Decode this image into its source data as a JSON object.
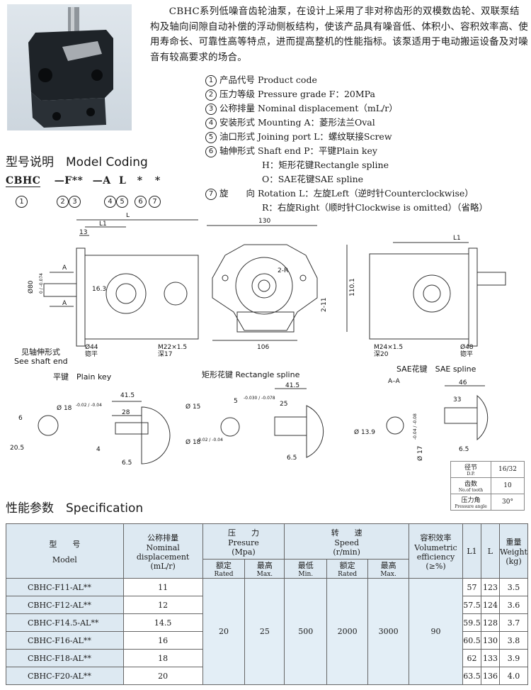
{
  "intro": "CBHC系列低噪音齿轮油泵，在设计上采用了非对称齿形的双模数齿轮、双联泵结构及轴向间隙自动补偿的浮动侧板结构，使该产品具有噪音低、体积小、容积效率高、使用寿命长、可靠性高等特点，进而提高整机的性能指标。该泵适用于电动搬运设备及对噪音有较高要求的场合。",
  "model_coding_title": "型号说明　Model Coding",
  "code_parts": [
    "CBHC",
    "—F",
    "**",
    "—A",
    "L",
    "*",
    "*"
  ],
  "code_nums": [
    "1",
    "2",
    "3",
    "4",
    "5",
    "6",
    "7"
  ],
  "legend": [
    {
      "n": "1",
      "text": "产品代号 Product code"
    },
    {
      "n": "2",
      "text": "压力等级 Pressure grade F：20MPa"
    },
    {
      "n": "3",
      "text": "公称排量 Nominal displacement（mL/r）"
    },
    {
      "n": "4",
      "text": "安装形式 Mounting A：菱形法兰Oval"
    },
    {
      "n": "5",
      "text": "油口形式 Joining port L：螺纹联接Screw"
    },
    {
      "n": "6",
      "text": "轴伸形式 Shaft end P：平键Plain key"
    },
    {
      "n": "",
      "text": "H：矩形花键Rectangle spline"
    },
    {
      "n": "",
      "text": "O：SAE花键SAE spline"
    },
    {
      "n": "7",
      "text": "旋　　向 Rotation L：左旋Left（逆时针Counterclockwise）"
    },
    {
      "n": "",
      "text": "R：右旋Right（顺时针Clockwise is omitted）（省略）"
    }
  ],
  "drawing_labels": {
    "L": "L",
    "L1": "L1",
    "d13": "13",
    "d80": "Ø80",
    "d80tol": "0 / -0.074",
    "A": "A",
    "d16_3": "16.3",
    "d44": "Ø44",
    "d44b": "锪平",
    "m22": "M22×1.5",
    "m22b": "深17",
    "see1": "见轴伸形式",
    "see2": "See shaft end",
    "d130": "130",
    "r2R": "2-R",
    "d2_11": "2-11",
    "d110": "110.1",
    "d106": "106",
    "m24": "M24×1.5",
    "m24b": "深20",
    "d48": "Ø48",
    "d48b": "锪平",
    "plain_key": "平键　Plain key",
    "rect_spline": "矩形花键 Rectangle spline",
    "sae_spline": "SAE花键　SAE spline",
    "d18": "Ø 18",
    "d18tol": "-0.02 / -0.04",
    "d6": "6",
    "d20_5": "20.5",
    "d41_5": "41.5",
    "d28": "28",
    "d4": "4",
    "d6_5": "6.5",
    "d15": "Ø 15",
    "d5": "5",
    "d5tol": "-0.030 / -0.078",
    "d25": "25",
    "AA": "A–A",
    "d46": "46",
    "d33": "33",
    "d13_9": "Ø 13.9",
    "d17": "Ø 17",
    "d17tol": "-0.04 / -0.08"
  },
  "gear_table": [
    {
      "cn": "径节",
      "en": "D.P.",
      "val": "16/32"
    },
    {
      "cn": "齿数",
      "en": "No.of tooth",
      "val": "10"
    },
    {
      "cn": "压力角",
      "en": "Pressure angle",
      "val": "30°"
    }
  ],
  "spec_title": "性能参数　Specification",
  "spec_head": {
    "model_cn": "型　　号",
    "model_en": "Model",
    "disp_cn": "公称排量",
    "disp_en": "Nominal displacement",
    "disp_unit": "(mL/r)",
    "pres_cn": "压　　力",
    "pres_en": "Presure",
    "pres_unit": "(Mpa)",
    "speed_cn": "转　　速",
    "speed_en": "Speed",
    "speed_unit": "(r/min)",
    "eff_cn": "容积效率",
    "eff_en": "Volumetric efficiency",
    "eff_unit": "(≥%)",
    "L1": "L1",
    "L": "L",
    "wt_cn": "重量",
    "wt_en": "Weight",
    "wt_unit": "(kg)",
    "rated_cn": "额定",
    "rated_en": "Rated",
    "max_cn": "最高",
    "max_en": "Max.",
    "min_cn": "最低",
    "min_en": "Min."
  },
  "spec_rows": [
    {
      "model": "CBHC-F11-AL**",
      "disp": "11",
      "L1": "57",
      "L": "123",
      "wt": "3.5"
    },
    {
      "model": "CBHC-F12-AL**",
      "disp": "12",
      "L1": "57.5",
      "L": "124",
      "wt": "3.6"
    },
    {
      "model": "CBHC-F14.5-AL**",
      "disp": "14.5",
      "L1": "59.5",
      "L": "128",
      "wt": "3.7"
    },
    {
      "model": "CBHC-F16-AL**",
      "disp": "16",
      "L1": "60.5",
      "L": "130",
      "wt": "3.8"
    },
    {
      "model": "CBHC-F18-AL**",
      "disp": "18",
      "L1": "62",
      "L": "133",
      "wt": "3.9"
    },
    {
      "model": "CBHC-F20-AL**",
      "disp": "20",
      "L1": "63.5",
      "L": "136",
      "wt": "4.0"
    }
  ],
  "spec_common": {
    "p_rated": "20",
    "p_max": "25",
    "s_min": "500",
    "s_rated": "2000",
    "s_max": "3000",
    "eff": "90"
  }
}
